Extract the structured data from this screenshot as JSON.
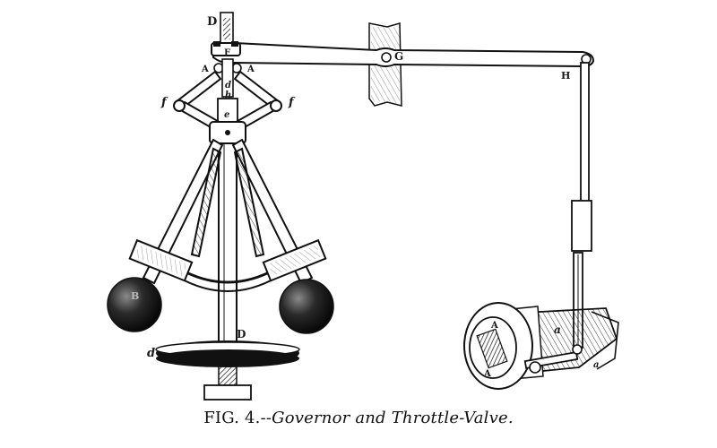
{
  "caption": {
    "figure_number": "FIG. 4.",
    "separator": "--",
    "title": "Governor and Throttle-Valve."
  },
  "labels": {
    "spindle_top": "D",
    "spindle_bottom": "D",
    "collar": "F",
    "pivot_left": "A",
    "pivot_right": "A",
    "link_upper": "d",
    "link_lower": "h",
    "sleeve": "e",
    "joint_left": "f",
    "joint_right": "f",
    "fulcrum": "G",
    "lever_end": "H",
    "ball": "B",
    "pulley": "d",
    "valve_a_top": "A",
    "valve_a_bottom": "A",
    "valve_spindle": "a",
    "pipe_right": "a"
  },
  "colors": {
    "ink": "#111111",
    "paper": "#ffffff"
  }
}
